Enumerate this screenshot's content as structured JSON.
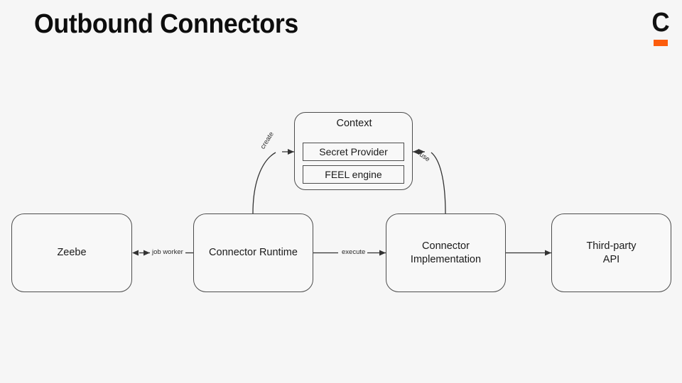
{
  "slide": {
    "title": "Outbound Connectors",
    "background_color": "#f6f6f6",
    "logo": {
      "name": "camunda-logo",
      "letter": "C",
      "bar_color": "#fc5d0d",
      "letter_color": "#111111"
    }
  },
  "diagram": {
    "type": "flow-diagram",
    "stroke_color": "#4d4d4d",
    "node_fill": "#f8f8f8",
    "nodes": [
      {
        "id": "zeebe",
        "label": "Zeebe",
        "lines": [
          "Zeebe"
        ]
      },
      {
        "id": "runtime",
        "label": "Connector Runtime",
        "lines": [
          "Connector Runtime"
        ]
      },
      {
        "id": "impl",
        "label": "Connector Implementation",
        "lines": [
          "Connector",
          "Implementation"
        ]
      },
      {
        "id": "thirdparty",
        "label": "Third-party API",
        "lines": [
          "Third-party",
          "API"
        ]
      },
      {
        "id": "context",
        "label": "Context",
        "lines": [
          "Context"
        ]
      }
    ],
    "context_children": [
      {
        "id": "secret-provider",
        "label": "Secret Provider"
      },
      {
        "id": "feel-engine",
        "label": "FEEL engine"
      }
    ],
    "edges": [
      {
        "from": "runtime",
        "to": "zeebe",
        "label": "job worker",
        "style": "straight",
        "arrow": "left"
      },
      {
        "from": "runtime",
        "to": "impl",
        "label": "execute",
        "style": "straight",
        "arrow": "right"
      },
      {
        "from": "impl",
        "to": "thirdparty",
        "label": "",
        "style": "straight",
        "arrow": "right"
      },
      {
        "from": "runtime",
        "to": "context",
        "label": "create",
        "style": "curved",
        "arrow": "right"
      },
      {
        "from": "impl",
        "to": "context",
        "label": "use",
        "style": "curved",
        "arrow": "left"
      }
    ]
  }
}
